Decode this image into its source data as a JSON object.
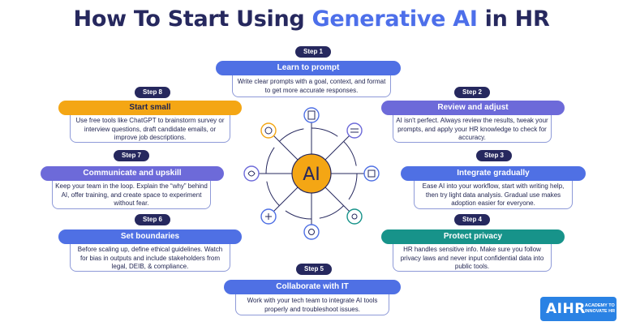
{
  "title": {
    "prefix": "How To Start Using ",
    "highlight": "Generative AI",
    "suffix": " in HR"
  },
  "center_label": "AI",
  "steps": [
    {
      "id": "s1",
      "pill": "Step 1",
      "heading": "Learn to prompt",
      "text": "Write clear prompts with a goal, context, and format to get more accurate responses."
    },
    {
      "id": "s2",
      "pill": "Step 2",
      "heading": "Review and adjust",
      "text": "AI isn't perfect. Always review the results, tweak your prompts, and apply your HR knowledge to check for accuracy."
    },
    {
      "id": "s3",
      "pill": "Step 3",
      "heading": "Integrate gradually",
      "text": "Ease AI into your workflow, start with writing help, then try light data analysis. Gradual use makes adoption easier for everyone."
    },
    {
      "id": "s4",
      "pill": "Step 4",
      "heading": "Protect privacy",
      "text": "HR handles sensitive info. Make sure you follow privacy laws and never input confidential data into public tools."
    },
    {
      "id": "s5",
      "pill": "Step 5",
      "heading": "Collaborate with IT",
      "text": "Work with your tech team to integrate AI tools properly and troubleshoot issues."
    },
    {
      "id": "s6",
      "pill": "Step 6",
      "heading": "Set boundaries",
      "text": "Before scaling up, define ethical guidelines. Watch for bias in outputs and include stakeholders from legal, DEIB, & compliance."
    },
    {
      "id": "s7",
      "pill": "Step 7",
      "heading": "Communicate and upskill",
      "text": "Keep your team in the loop. Explain the “why” behind AI, offer training, and create space to experiment without fear."
    },
    {
      "id": "s8",
      "pill": "Step 8",
      "heading": "Start small",
      "text": "Use free tools like ChatGPT to brainstorm survey or interview questions, draft candidate emails, or improve job descriptions."
    }
  ],
  "logo": {
    "mark": "AIHR",
    "tagline_1": "ACADEMY TO",
    "tagline_2": "INNOVATE HR"
  },
  "colors": {
    "navy": "#26285e",
    "blue": "#4f70e4",
    "purple": "#6d6ad9",
    "orange": "#f4a614",
    "teal": "#17938a",
    "accent": "#4d6fea"
  },
  "icons": [
    "document-icon",
    "slider-icon",
    "chip-icon",
    "molecule-icon",
    "settings-icon",
    "circuit-icon",
    "brain-icon",
    "network-icon"
  ]
}
